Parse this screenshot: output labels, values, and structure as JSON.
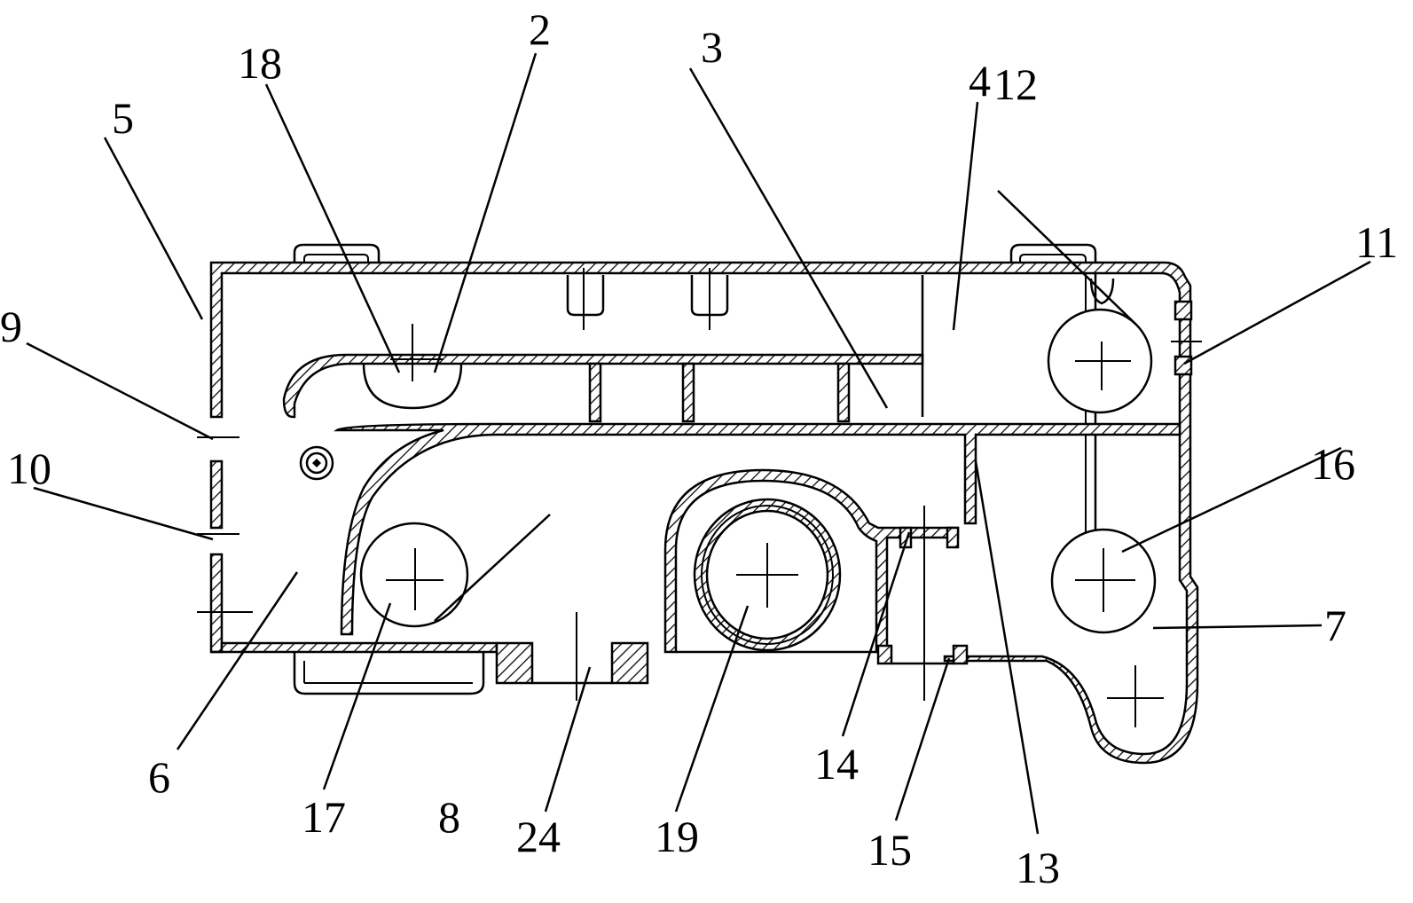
{
  "figure": {
    "type": "patent-cross-section",
    "colors": {
      "line": "#000000",
      "background": "#ffffff"
    }
  },
  "labels": {
    "l2": "2",
    "l3": "3",
    "l4": "4",
    "l5": "5",
    "l6": "6",
    "l7": "7",
    "l8": "8",
    "l9": "9",
    "l10": "10",
    "l11": "11",
    "l12": "12",
    "l13": "13",
    "l14": "14",
    "l15": "15",
    "l16": "16",
    "l17": "17",
    "l18": "18",
    "l19": "19",
    "l24": "24"
  }
}
